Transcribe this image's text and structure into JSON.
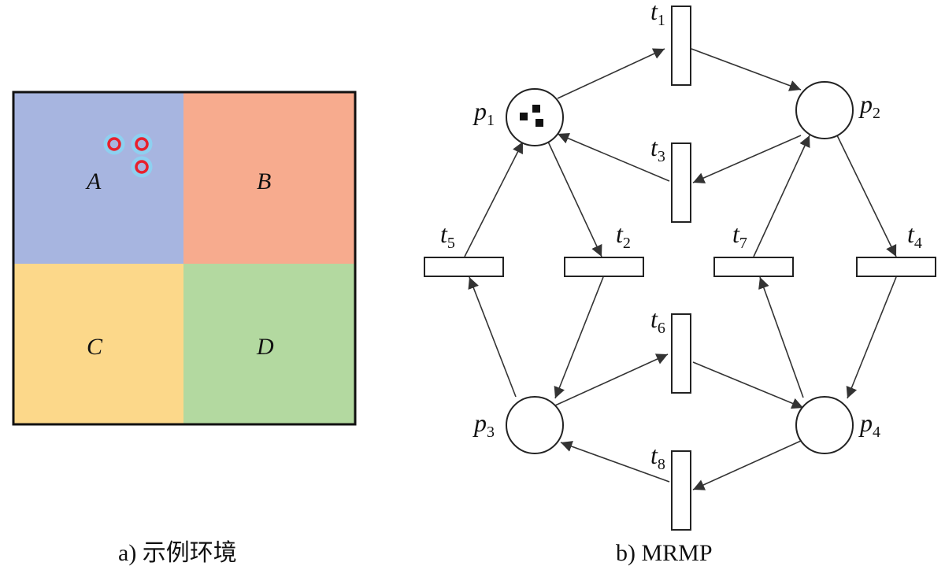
{
  "environment": {
    "regions": [
      {
        "id": "A",
        "label": "A",
        "color": "#a7b5e0"
      },
      {
        "id": "B",
        "label": "B",
        "color": "#f7ab8e"
      },
      {
        "id": "C",
        "label": "C",
        "color": "#fcd88a"
      },
      {
        "id": "D",
        "label": "D",
        "color": "#b3d9a0"
      }
    ],
    "robot_marker_color": "#e8202c",
    "robot_count_in_A": 3,
    "caption": "a) 示例环境"
  },
  "petri_net": {
    "places": [
      {
        "id": "p1",
        "label": "p",
        "sub": "1",
        "tokens": 3
      },
      {
        "id": "p2",
        "label": "p",
        "sub": "2",
        "tokens": 0
      },
      {
        "id": "p3",
        "label": "p",
        "sub": "3",
        "tokens": 0
      },
      {
        "id": "p4",
        "label": "p",
        "sub": "4",
        "tokens": 0
      }
    ],
    "transitions": [
      {
        "id": "t1",
        "label": "t",
        "sub": "1"
      },
      {
        "id": "t2",
        "label": "t",
        "sub": "2"
      },
      {
        "id": "t3",
        "label": "t",
        "sub": "3"
      },
      {
        "id": "t4",
        "label": "t",
        "sub": "4"
      },
      {
        "id": "t5",
        "label": "t",
        "sub": "5"
      },
      {
        "id": "t6",
        "label": "t",
        "sub": "6"
      },
      {
        "id": "t7",
        "label": "t",
        "sub": "7"
      },
      {
        "id": "t8",
        "label": "t",
        "sub": "8"
      }
    ],
    "arcs": [
      [
        "p1",
        "t1"
      ],
      [
        "t1",
        "p2"
      ],
      [
        "p2",
        "t3"
      ],
      [
        "t3",
        "p1"
      ],
      [
        "p1",
        "t2"
      ],
      [
        "t2",
        "p3"
      ],
      [
        "p3",
        "t5"
      ],
      [
        "t5",
        "p1"
      ],
      [
        "p2",
        "t4"
      ],
      [
        "t4",
        "p4"
      ],
      [
        "p4",
        "t7"
      ],
      [
        "t7",
        "p2"
      ],
      [
        "p3",
        "t6"
      ],
      [
        "t6",
        "p4"
      ],
      [
        "p4",
        "t8"
      ],
      [
        "t8",
        "p3"
      ]
    ],
    "caption": "b) MRMP"
  }
}
